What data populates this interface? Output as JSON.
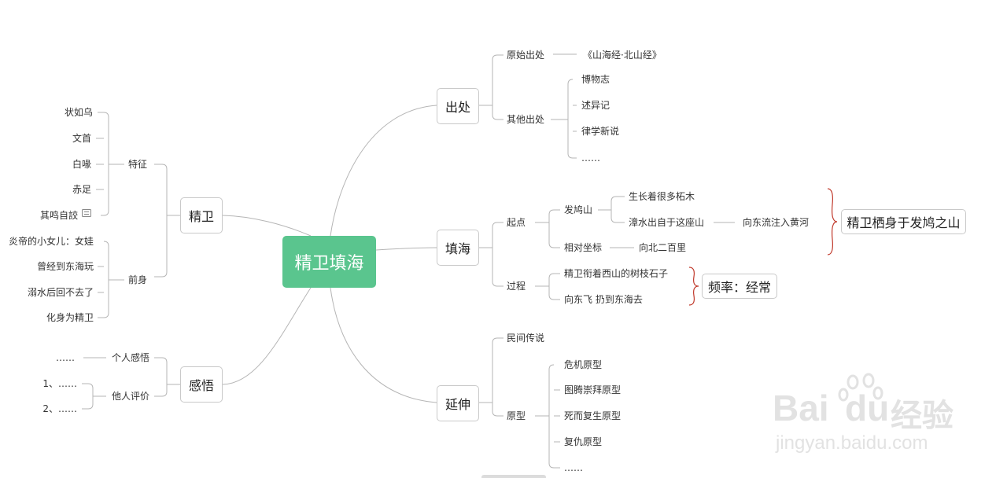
{
  "root": "精卫填海",
  "branches": {
    "chuchu": {
      "label": "出处",
      "yuanshi": "原始出处",
      "shanhaijing": "《山海经·北山经》",
      "qita": "其他出处",
      "qita_items": [
        "博物志",
        "述异记",
        "律学新说",
        "……"
      ]
    },
    "tianhai": {
      "label": "填海",
      "qidian": "起点",
      "fajiushan": "发鸠山",
      "zhishu": "生长着很多柘木",
      "zhangshui": "漳水出自于这座山",
      "huanghe": "向东流注入黄河",
      "qixi": "精卫栖身于发鸠之山",
      "zuobiao": "相对坐标",
      "erbai": "向北二百里",
      "guocheng": "过程",
      "guocheng_items": [
        "精卫衔着西山的树枝石子",
        "向东飞 扔到东海去"
      ],
      "pinlv": "频率：经常"
    },
    "yanshen": {
      "label": "延伸",
      "minjian": "民间传说",
      "yuanxing": "原型",
      "yuanxing_items": [
        "危机原型",
        "图腾崇拜原型",
        "死而复生原型",
        "复仇原型",
        "……"
      ]
    },
    "jingwei": {
      "label": "精卫",
      "tezheng": "特征",
      "tezheng_items": [
        "状如乌",
        "文首",
        "白喙",
        "赤足",
        "其鸣自詨"
      ],
      "qianshen": "前身",
      "qianshen_items": [
        "炎帝的小女儿：女娃",
        "曾经到东海玩",
        "溺水后回不去了",
        "化身为精卫"
      ]
    },
    "ganwu": {
      "label": "感悟",
      "geren": "个人感悟",
      "geren_item": "……",
      "taren": "他人评价",
      "taren_items": [
        "1、……",
        "2、……"
      ]
    }
  },
  "watermark": {
    "brand": "Bai",
    "brand2": "du",
    "jingyan": "经验",
    "url": "jingyan.baidu.com"
  },
  "colors": {
    "root": "#5ac58e",
    "brace": "#c0392b",
    "line": "#b5b5b5"
  }
}
